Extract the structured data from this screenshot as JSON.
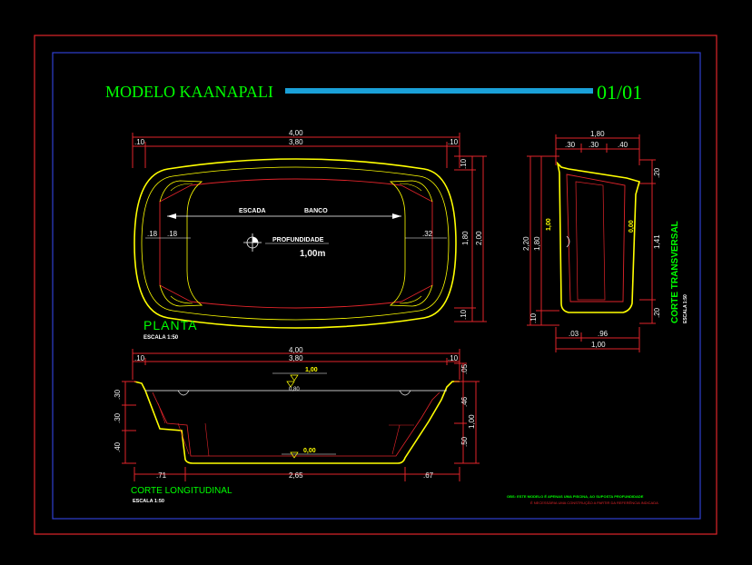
{
  "title": "MODELO KAANAPALI",
  "sheet": "01/01",
  "colors": {
    "frame": "#e0242a",
    "inner_frame": "#2f3fd0",
    "title": "#00ff00",
    "bar": "#1aa0d8",
    "pool": "#ffff00",
    "dim": "#ffffff"
  },
  "planta": {
    "label": "PLANTA",
    "scale": "ESCALA 1:50",
    "top_dims": {
      "total": "4,00",
      "inner": "3,80",
      "left": ".10",
      "right": ".10"
    },
    "right_dims": {
      "top": ".10",
      "mid": "1,80",
      "bottom": ".10",
      "total": "2,00"
    },
    "steps": {
      "escada": "ESCADA",
      "banco": "BANCO"
    },
    "left_dims": [
      ".18",
      ".18"
    ],
    "right_dim": ".32",
    "depth_label": "PROFUNDIDADE",
    "depth_value": "1,00m"
  },
  "transversal": {
    "label": "CORTE TRANSVERSAL",
    "scale": "ESCALA 1:50",
    "top_dims": {
      "total": "1,80",
      "a": ".30",
      "b": ".30",
      "c": ".40"
    },
    "left_dims": {
      "total": "2,20",
      "inner": "1,80",
      "bottom": ".10"
    },
    "right_dims": {
      "top": ".20",
      "mid": "1,41",
      "bottom": ".20"
    },
    "levels": [
      "1,00",
      "0,00"
    ],
    "bottom_dims": {
      "a": ".03",
      "b": ".96",
      "total": "1,00"
    }
  },
  "longitudinal": {
    "label": "CORTE LONGITUDINAL",
    "scale": "ESCALA 1:50",
    "top_dims": {
      "total": "4,00",
      "inner": "3,80",
      "left": ".10",
      "right": ".10"
    },
    "level_top": "1,00",
    "level_mid": "0,80",
    "level_bottom": "0,00",
    "left_dims": [
      ".30",
      ".30",
      ".40"
    ],
    "right_dims": {
      "a": ".05",
      "b": ".46",
      "c": ".50",
      "total": "1,00"
    },
    "bottom_dims": {
      "left": ".71",
      "mid": "2,65",
      "right": ".67"
    }
  },
  "note": {
    "line1": "OBS: ESTE MODELO É APENAS UMA PISCINA, AO SUPOSTA PROFUNDIDADE",
    "line2": "É NECESSÁRIA UMA CONSTRUÇÃO A PARTIR DA REFERÊNCIA INDICADA"
  }
}
